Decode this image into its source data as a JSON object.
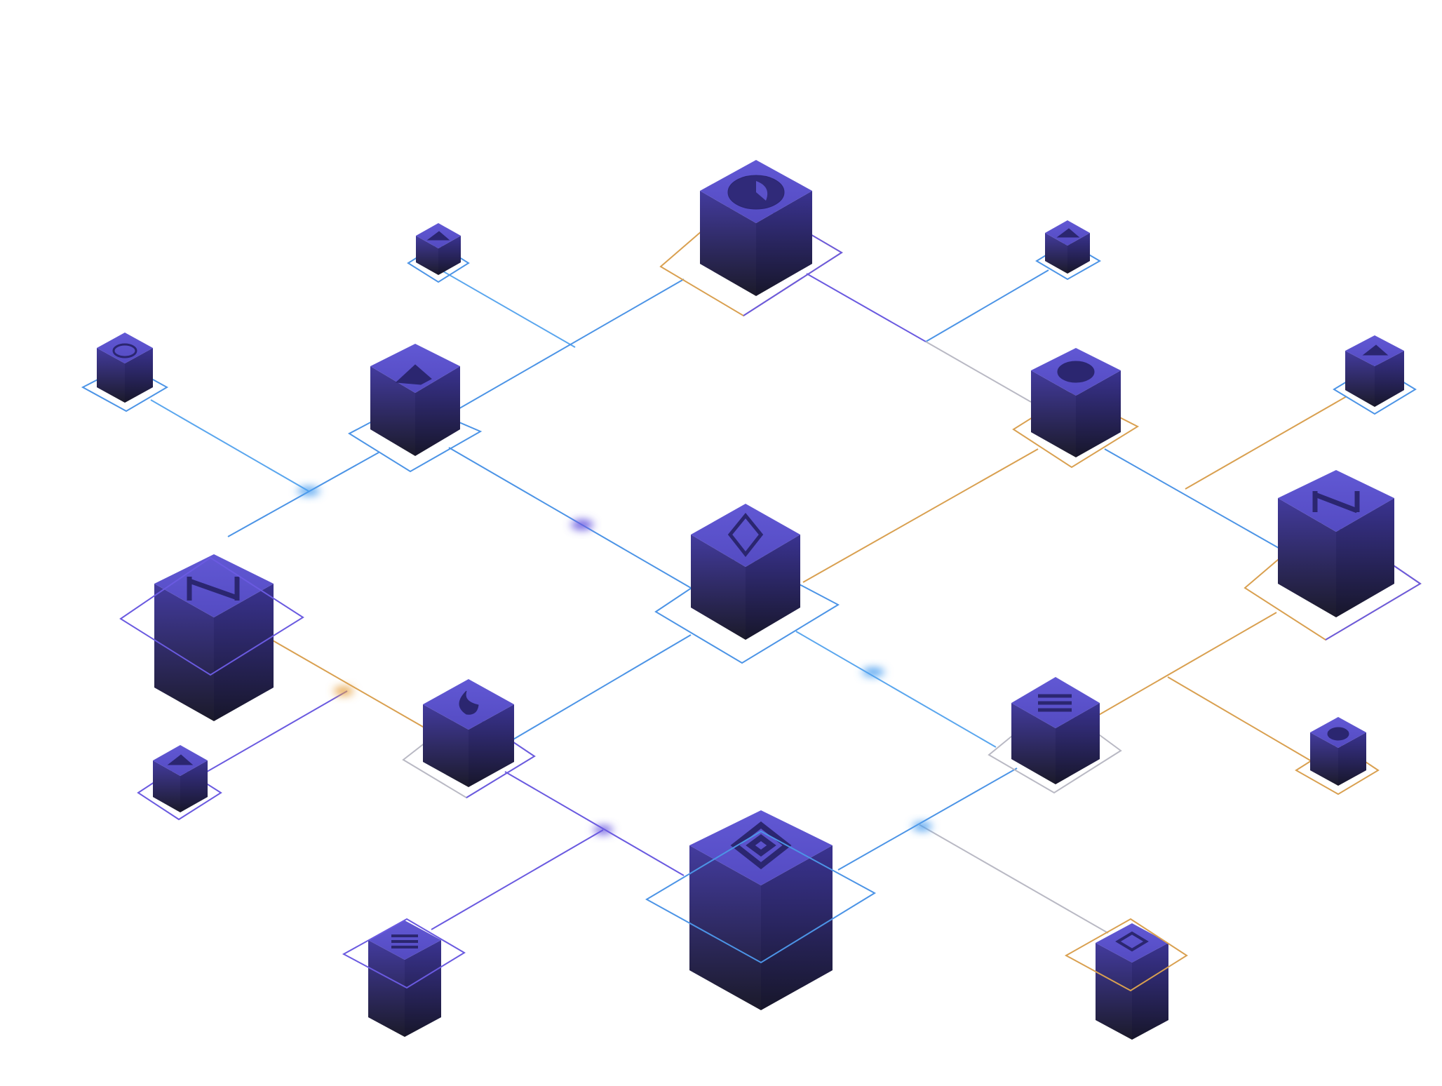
{
  "scene": {
    "background": "#ffffff",
    "colors": {
      "cube_top": "#5b52c9",
      "cube_side_light": "#3f3892",
      "cube_side_dark": "#1c1a2e",
      "line_blue": "#3f8fe8",
      "line_purple": "#6a5ae0",
      "line_gold": "#d9a050",
      "line_grey": "#b9b9c4"
    },
    "nodes": [
      {
        "id": "top-center",
        "icon": "pie-chart-icon",
        "size": "large",
        "base_color": "purple"
      },
      {
        "id": "top-left-small",
        "icon": "image-icon",
        "size": "small",
        "base_color": "blue"
      },
      {
        "id": "top-right-small",
        "icon": "image-icon",
        "size": "small",
        "base_color": "blue"
      },
      {
        "id": "left-small",
        "icon": "chart-icon",
        "size": "small",
        "base_color": "blue"
      },
      {
        "id": "upper-left",
        "icon": "image-icon",
        "size": "medium",
        "base_color": "blue"
      },
      {
        "id": "upper-right",
        "icon": "pie-chart-icon",
        "size": "medium",
        "base_color": "blue"
      },
      {
        "id": "right-small",
        "icon": "image-icon",
        "size": "small",
        "base_color": "blue"
      },
      {
        "id": "center",
        "icon": "layers-icon",
        "size": "medium",
        "base_color": "blue"
      },
      {
        "id": "right-tall",
        "icon": "n-logo-icon",
        "size": "tall",
        "base_color": "purple"
      },
      {
        "id": "left-tall",
        "icon": "n-logo-icon",
        "size": "tall",
        "base_color": "purple"
      },
      {
        "id": "lower-left",
        "icon": "flame-icon",
        "size": "medium",
        "base_color": "blue"
      },
      {
        "id": "lower-right",
        "icon": "menu-lines-icon",
        "size": "medium",
        "base_color": "grey"
      },
      {
        "id": "far-right-small",
        "icon": "pie-chart-icon",
        "size": "small",
        "base_color": "gold"
      },
      {
        "id": "bottom-left-small",
        "icon": "image-icon",
        "size": "small",
        "base_color": "purple"
      },
      {
        "id": "bottom-center",
        "icon": "binance-icon",
        "size": "xlarge",
        "base_color": "blue"
      },
      {
        "id": "bottom-left",
        "icon": "menu-lines-icon",
        "size": "tall-small",
        "base_color": "purple"
      },
      {
        "id": "bottom-right",
        "icon": "chat-icon",
        "size": "tall-small",
        "base_color": "gold"
      }
    ]
  }
}
